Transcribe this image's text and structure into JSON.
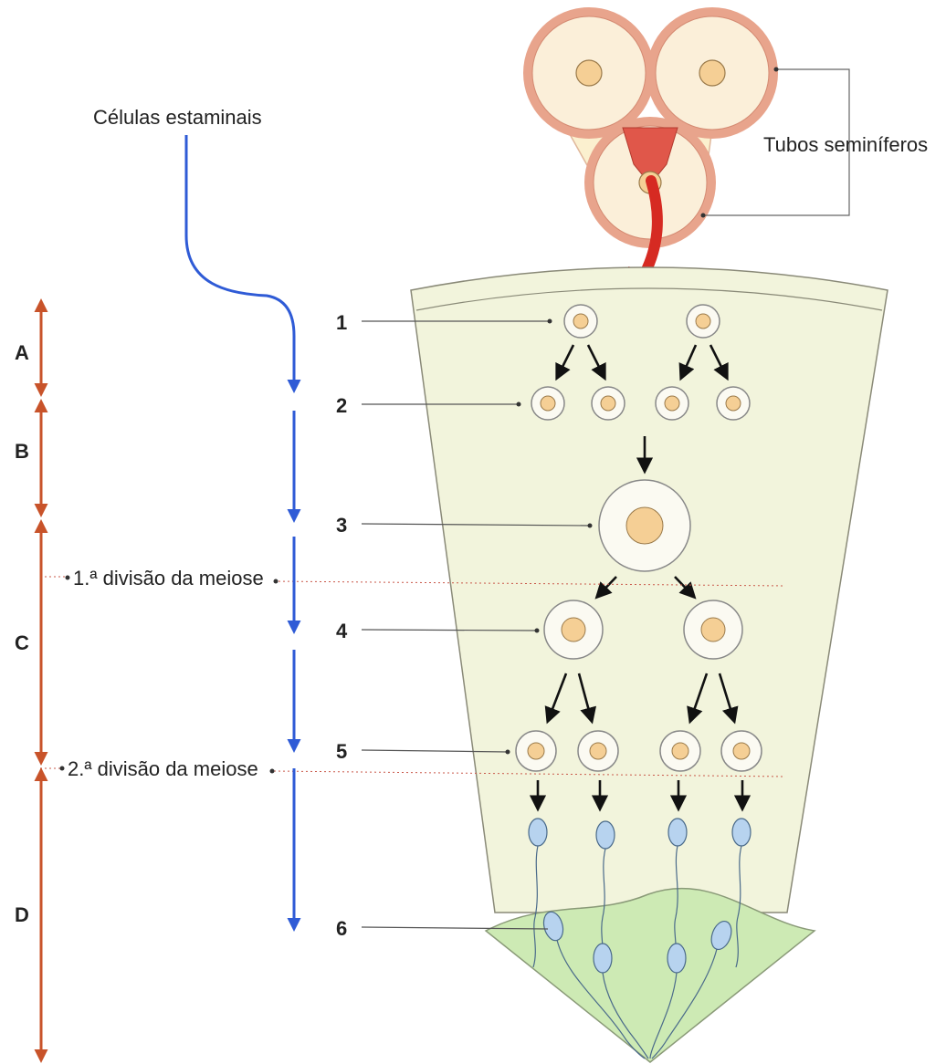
{
  "labels": {
    "stem_cells": "Células estaminais",
    "tubes": "Tubos seminíferos",
    "meiosis_1": "1.ª divisão da meiose",
    "meiosis_2": "2.ª divisão da meiose"
  },
  "stages": [
    "A",
    "B",
    "C",
    "D"
  ],
  "cell_numbers": [
    "1",
    "2",
    "3",
    "4",
    "5",
    "6"
  ],
  "colors": {
    "stage_axis": "#c8532a",
    "flow_arrow": "#2f5bd6",
    "tube_wall": "#e8a48c",
    "tube_fill": "#fbefd9",
    "section_fill": "#f2f4dc",
    "lumen_fill": "#cdeab4",
    "cell_nucleus": "#f5cf95",
    "highlight": "#e0574a"
  }
}
